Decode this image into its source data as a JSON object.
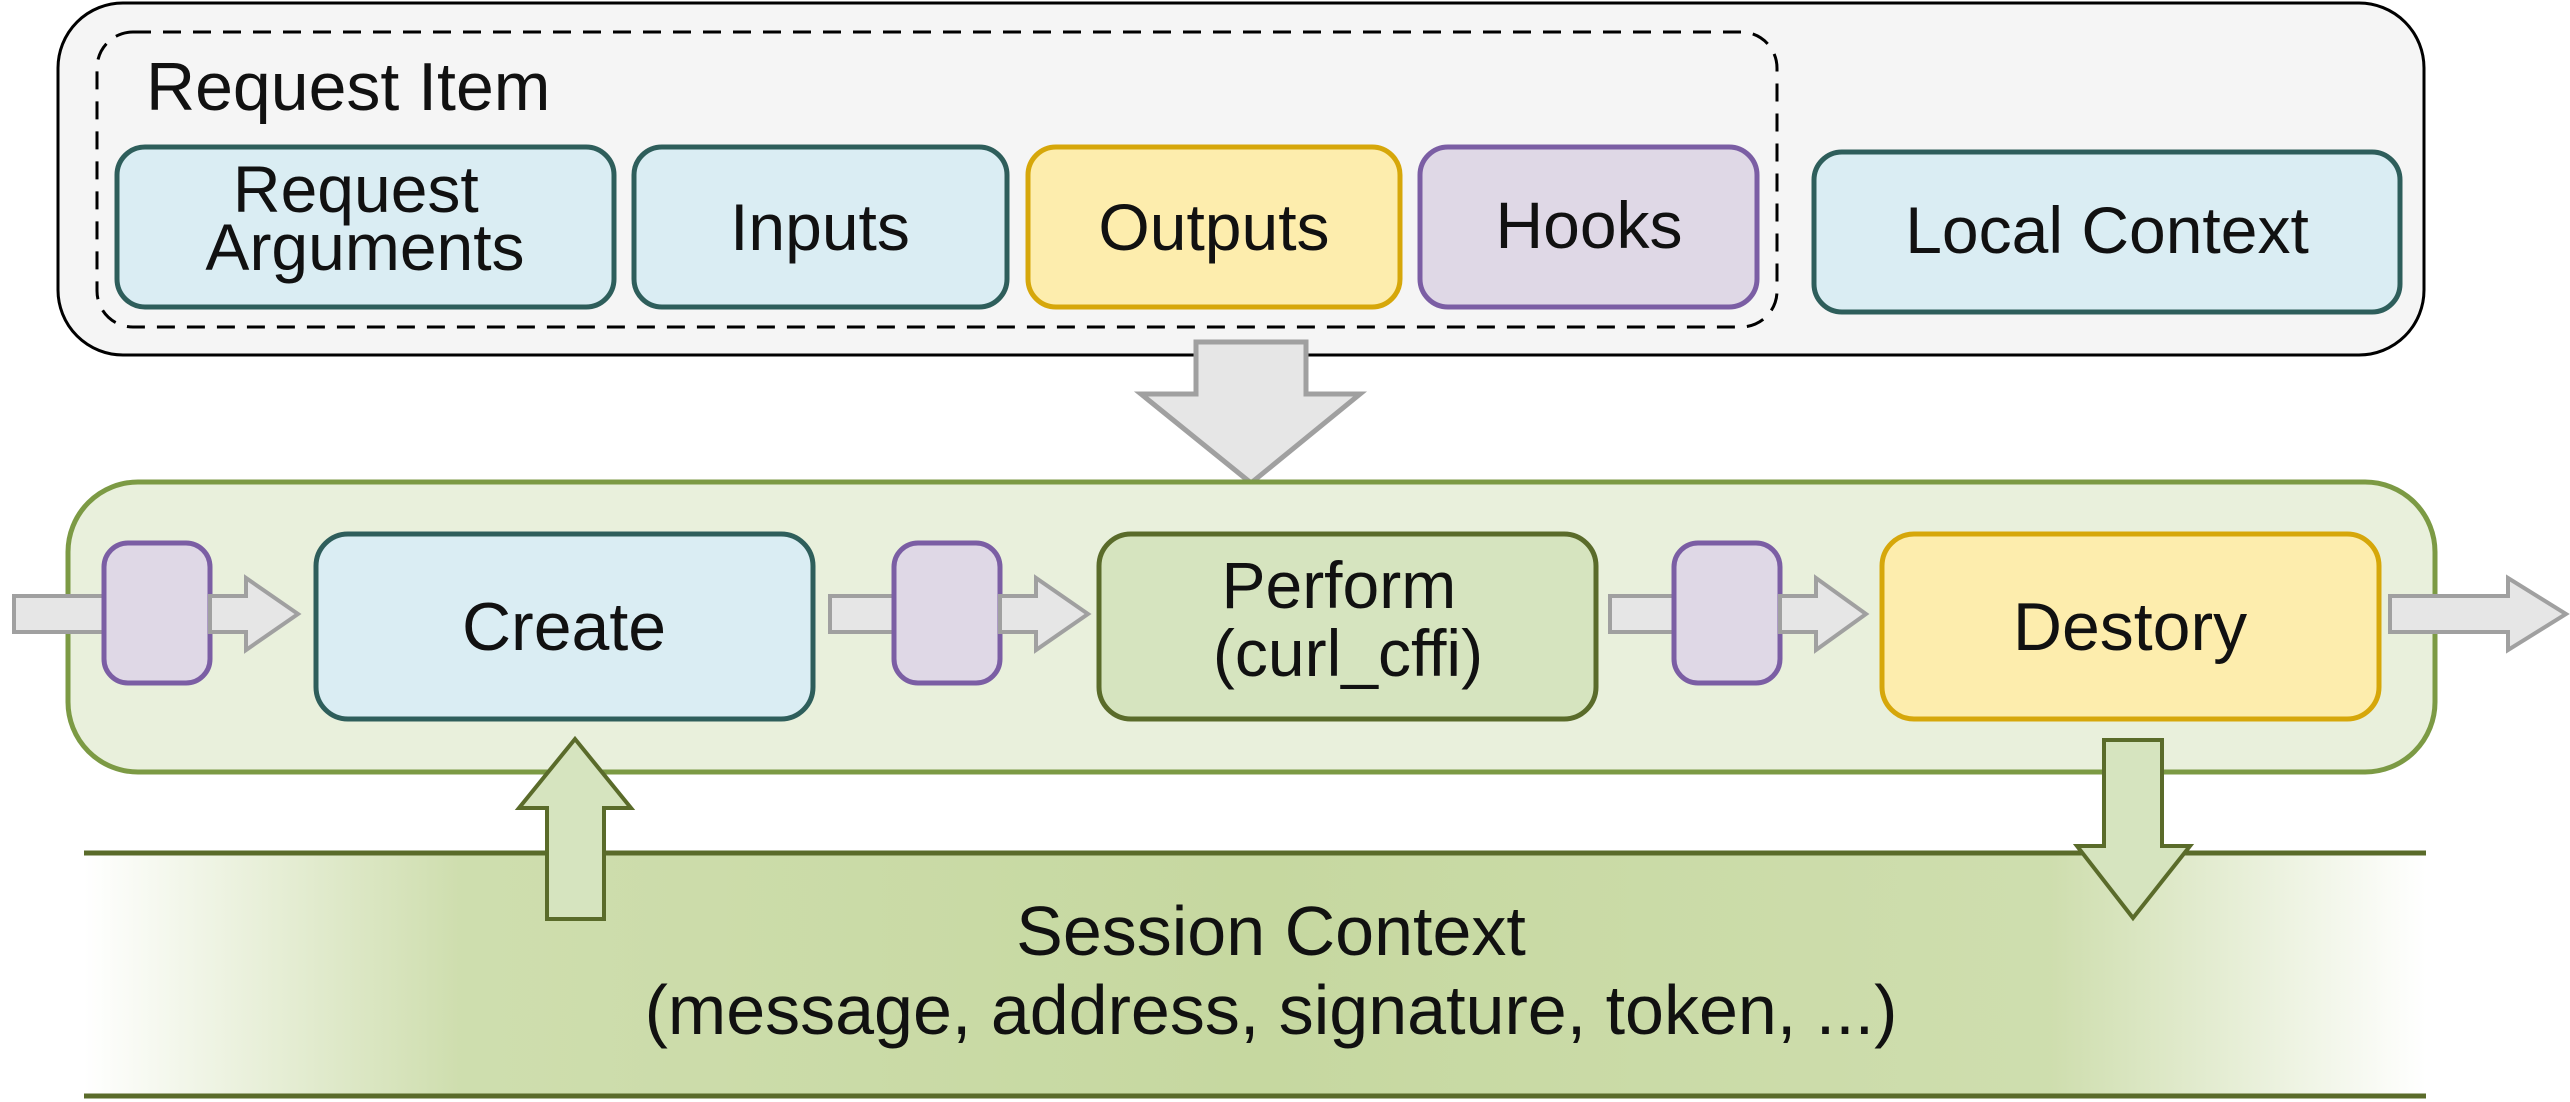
{
  "request_item": {
    "title": "Request Item",
    "boxes": {
      "request_arguments": [
        "Request",
        "Arguments"
      ],
      "inputs": "Inputs",
      "outputs": "Outputs",
      "hooks": "Hooks"
    },
    "local_context": "Local Context"
  },
  "pipeline": {
    "create": "Create",
    "perform": [
      "Perform",
      "(curl_cffi)"
    ],
    "destroy": "Destory"
  },
  "session_context": {
    "title": "Session Context",
    "subtitle": "(message, address, signature, token, ...)"
  },
  "colors": {
    "blue_fill": "#daedf3",
    "blue_stroke": "#2e5e5b",
    "yellow_fill": "#fdedad",
    "yellow_stroke": "#d6a70a",
    "purple_fill": "#dfd8e6",
    "purple_stroke": "#7b5ea4",
    "green_fill": "#d6e4bf",
    "green_stroke": "#5a6b2a",
    "panel_green_fill": "#e9f0dc",
    "panel_green_stroke": "#7c9a44",
    "session_band": "#c6d8a0",
    "arrow_gray_fill": "#e6e6e6",
    "arrow_gray_stroke": "#a0a0a0"
  }
}
